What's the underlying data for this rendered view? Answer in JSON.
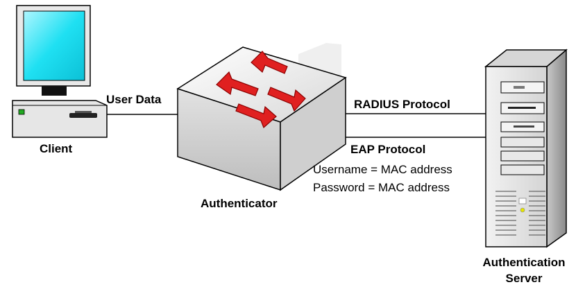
{
  "labels": {
    "client": "Client",
    "authenticator": "Authenticator",
    "server_line1": "Authentication",
    "server_line2": "Server"
  },
  "links": {
    "user_data": "User Data",
    "radius": "RADIUS Protocol",
    "eap": "EAP Protocol",
    "username": "Username = MAC address",
    "password": "Password = MAC address"
  },
  "colors": {
    "screen": "#1fe0f2",
    "switch_arrow": "#e02020",
    "outline": "#000000",
    "led_green": "#22aa22",
    "led_yellow": "#e6e600"
  }
}
